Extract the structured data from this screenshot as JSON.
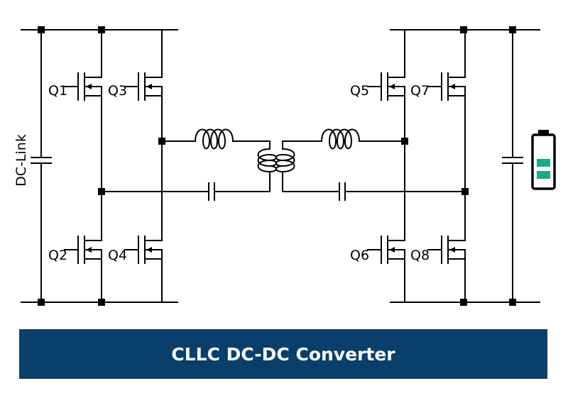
{
  "diagram": {
    "dc_link_label": "DC-Link",
    "transistors": [
      "Q1",
      "Q3",
      "Q2",
      "Q4",
      "Q5",
      "Q7",
      "Q6",
      "Q8"
    ],
    "wire_color": "#000000",
    "battery": {
      "outline_color": "#000000",
      "cell_color": "#1aa98f",
      "cells": 2
    }
  },
  "banner": {
    "title": "CLLC DC-DC Converter",
    "background": "#0a3f6c",
    "text_color": "#ffffff"
  }
}
